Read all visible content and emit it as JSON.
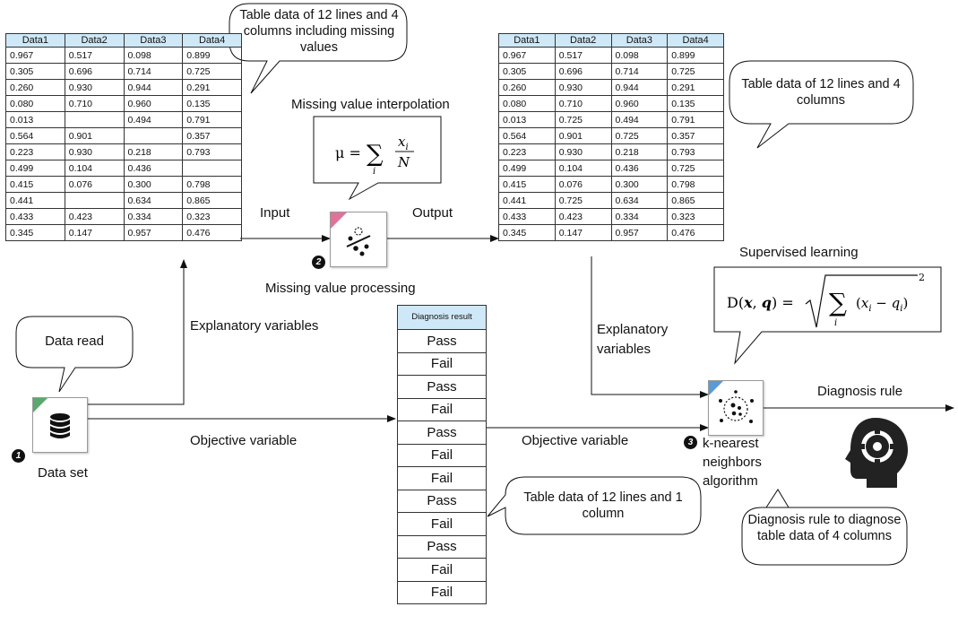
{
  "input_table": {
    "headers": [
      "Data1",
      "Data2",
      "Data3",
      "Data4"
    ],
    "rows": [
      [
        "0.967",
        "0.517",
        "0.098",
        "0.899"
      ],
      [
        "0.305",
        "0.696",
        "0.714",
        "0.725"
      ],
      [
        "0.260",
        "0.930",
        "0.944",
        "0.291"
      ],
      [
        "0.080",
        "0.710",
        "0.960",
        "0.135"
      ],
      [
        "0.013",
        "",
        "0.494",
        "0.791"
      ],
      [
        "0.564",
        "0.901",
        "",
        "0.357"
      ],
      [
        "0.223",
        "0.930",
        "0.218",
        "0.793"
      ],
      [
        "0.499",
        "0.104",
        "0.436",
        ""
      ],
      [
        "0.415",
        "0.076",
        "0.300",
        "0.798"
      ],
      [
        "0.441",
        "",
        "0.634",
        "0.865"
      ],
      [
        "0.433",
        "0.423",
        "0.334",
        "0.323"
      ],
      [
        "0.345",
        "0.147",
        "0.957",
        "0.476"
      ]
    ]
  },
  "output_table": {
    "headers": [
      "Data1",
      "Data2",
      "Data3",
      "Data4"
    ],
    "rows": [
      [
        "0.967",
        "0.517",
        "0.098",
        "0.899"
      ],
      [
        "0.305",
        "0.696",
        "0.714",
        "0.725"
      ],
      [
        "0.260",
        "0.930",
        "0.944",
        "0.291"
      ],
      [
        "0.080",
        "0.710",
        "0.960",
        "0.135"
      ],
      [
        "0.013",
        "0.725",
        "0.494",
        "0.791"
      ],
      [
        "0.564",
        "0.901",
        "0.725",
        "0.357"
      ],
      [
        "0.223",
        "0.930",
        "0.218",
        "0.793"
      ],
      [
        "0.499",
        "0.104",
        "0.436",
        "0.725"
      ],
      [
        "0.415",
        "0.076",
        "0.300",
        "0.798"
      ],
      [
        "0.441",
        "0.725",
        "0.634",
        "0.865"
      ],
      [
        "0.433",
        "0.423",
        "0.334",
        "0.323"
      ],
      [
        "0.345",
        "0.147",
        "0.957",
        "0.476"
      ]
    ]
  },
  "diagnosis_table": {
    "header": "Diagnosis result",
    "rows": [
      "Pass",
      "Fail",
      "Pass",
      "Fail",
      "Pass",
      "Fail",
      "Fail",
      "Pass",
      "Fail",
      "Pass",
      "Fail",
      "Fail"
    ]
  },
  "bubbles": {
    "input_note": "Table data of 12 lines and 4 columns including missing values",
    "output_note": "Table data of 12 lines and 4 columns",
    "data_read": "Data read",
    "diagnosis_note": "Table data of 12 lines and 1 column",
    "rule_note": "Diagnosis rule to diagnose table data of 4 columns"
  },
  "labels": {
    "input": "Input",
    "output": "Output",
    "missing_value_interpolation": "Missing value interpolation",
    "missing_value_processing": "Missing value processing",
    "explanatory_variables_1": "Explanatory variables",
    "explanatory_variables_2": "Explanatory variables",
    "objective_variable_1": "Objective variable",
    "objective_variable_2": "Objective variable",
    "data_set": "Data set",
    "supervised_learning": "Supervised learning",
    "diagnosis_rule": "Diagnosis rule",
    "knn": "k-nearest neighbors algorithm"
  },
  "steps": [
    "1",
    "2",
    "3"
  ],
  "formulas": {
    "mean": "μ = Σᵢ xᵢ / N",
    "distance": "D(x, q) = √( Σᵢ (xᵢ − qᵢ)² )"
  },
  "icons": {
    "data_set": "database-icon",
    "missing_value": "percent-dots-icon",
    "knn": "cluster-dots-icon",
    "rule": "head-gear-icon"
  },
  "colors": {
    "table_header": "#cfe8f7",
    "missing_tag": "#e0739a",
    "dataset_tag": "#5aa86e",
    "knn_tag": "#5b9bd5"
  }
}
